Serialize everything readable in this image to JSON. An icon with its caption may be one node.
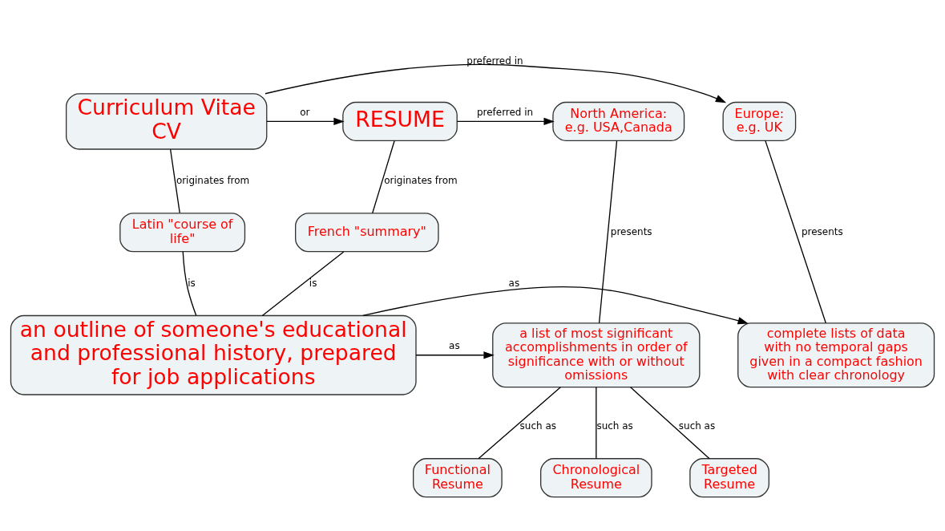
{
  "diagram": {
    "nodes": [
      {
        "text": [
          "Europe: e.g. UK"
        ]
      },
      {
        "text": [
          "Curriculum Vitae CV"
        ]
      },
      {
        "text": [
          "RESUME"
        ]
      },
      {
        "text": [
          "North America: e.g. USA,Canada"
        ]
      },
      {
        "text": [
          "Latin \"course of life\""
        ]
      },
      {
        "text": [
          "French \"summary\""
        ]
      },
      {
        "text": [
          "complete lists of data with no temporal gaps given in a compact fashion with clear chronology"
        ]
      },
      {
        "text": [
          "an outline of someone's educational and professional history, prepared for job applications"
        ]
      },
      {
        "text": [
          "a list of most significant accomplishments in order of significance with or without omissions"
        ]
      },
      {
        "text": [
          "Functional Resume"
        ]
      },
      {
        "text": [
          "Chronological Resume"
        ]
      },
      {
        "text": [
          "Targeted Resume"
        ]
      }
    ],
    "edges": [
      {
        "from": 1,
        "to": 0,
        "arrow": "to",
        "label": "preferred in"
      },
      {
        "from": 1,
        "to": 2,
        "arrow": "to",
        "label": "or"
      },
      {
        "from": 2,
        "to": 3,
        "arrow": "to",
        "label": "preferred in"
      },
      {
        "from": 1,
        "to": 4,
        "arrow": "none",
        "label": "originates from"
      },
      {
        "from": 2,
        "to": 5,
        "arrow": "none",
        "label": "originates from"
      },
      {
        "from": 0,
        "to": 6,
        "arrow": "none",
        "label": "presents"
      },
      {
        "from": 3,
        "to": 8,
        "arrow": "none",
        "label": "presents"
      },
      {
        "from": 4,
        "to": 7,
        "arrow": "none",
        "label": "is"
      },
      {
        "from": 5,
        "to": 7,
        "arrow": "none",
        "label": "is"
      },
      {
        "from": 7,
        "to": 6,
        "arrow": "to",
        "label": "as"
      },
      {
        "from": 7,
        "to": 8,
        "arrow": "to",
        "label": "as"
      },
      {
        "from": 8,
        "to": 9,
        "arrow": "none",
        "label": "such as"
      },
      {
        "from": 8,
        "to": 10,
        "arrow": "none",
        "label": "such as"
      },
      {
        "from": 8,
        "to": 11,
        "arrow": "none",
        "label": "such as"
      }
    ]
  }
}
